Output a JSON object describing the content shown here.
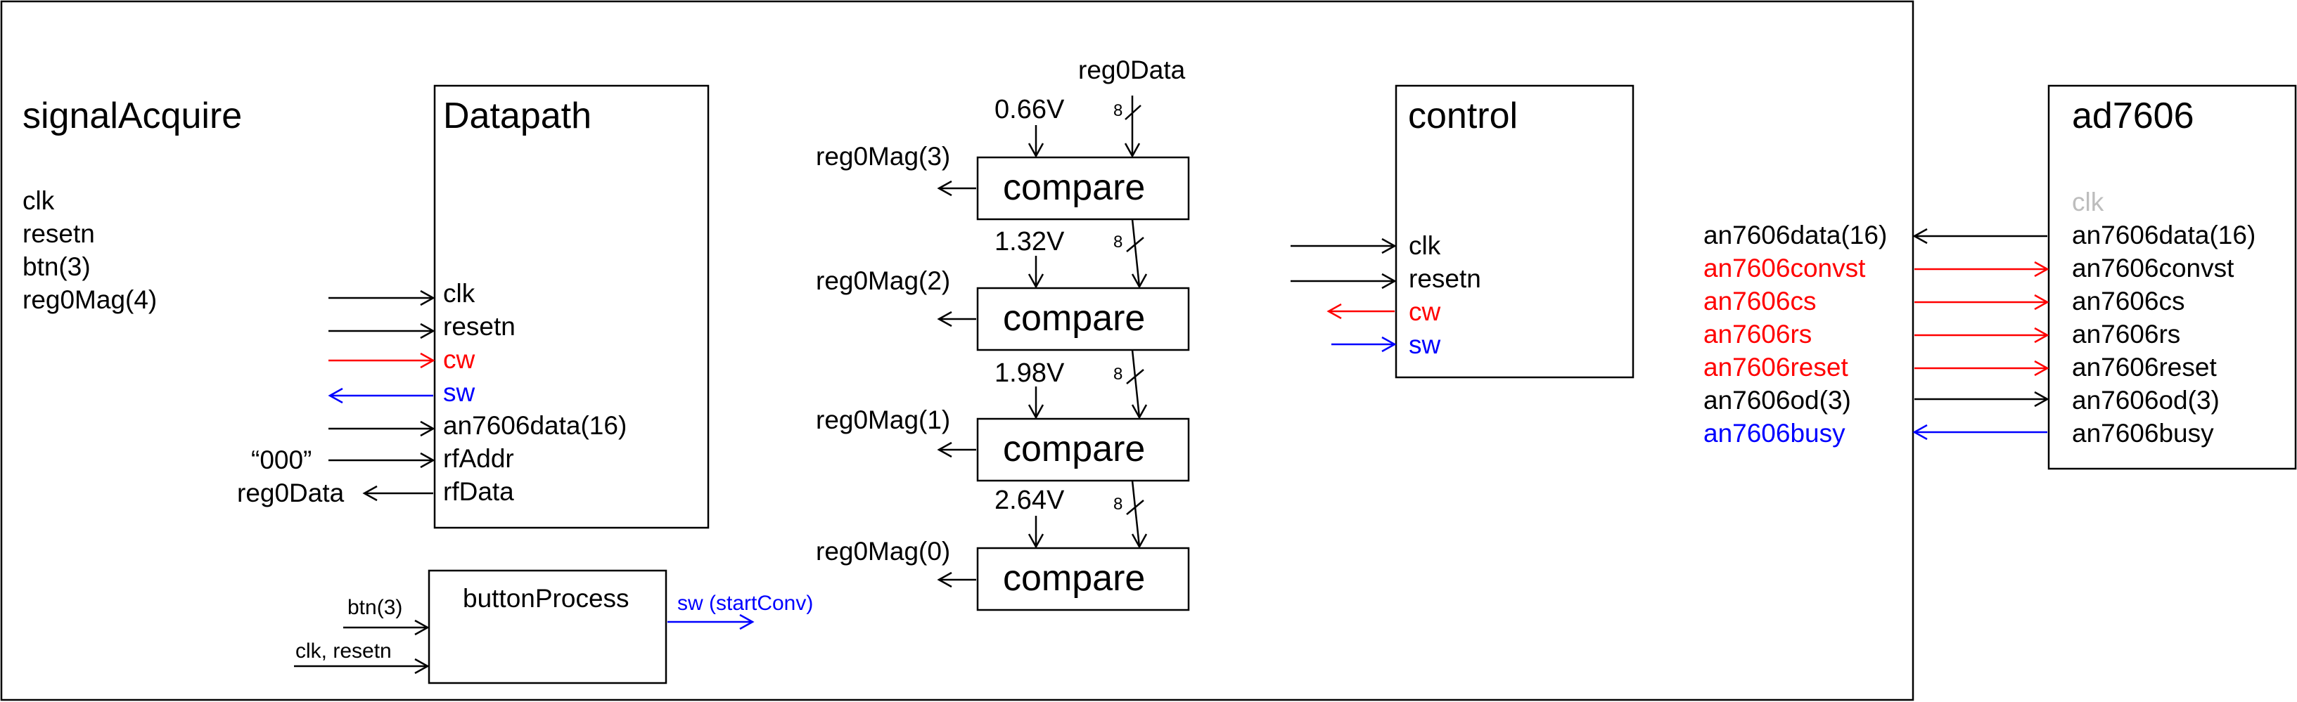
{
  "signalAcquire": {
    "title": "signalAcquire",
    "ports": [
      "clk",
      "resetn",
      "btn(3)",
      "reg0Mag(4)"
    ]
  },
  "datapath": {
    "title": "Datapath",
    "ports": [
      "clk",
      "resetn",
      "cw",
      "sw",
      "an7606data(16)",
      "rfAddr",
      "rfData"
    ],
    "rfAddr_input": "“000”",
    "rfData_output": "reg0Data"
  },
  "buttonProcess": {
    "title": "buttonProcess",
    "in1": "btn(3)",
    "in2": "clk, resetn",
    "out": "sw (startConv)"
  },
  "comparators": {
    "input_label": "reg0Data",
    "bus_width": "8",
    "label": "compare",
    "thresholds": [
      "0.66V",
      "1.32V",
      "1.98V",
      "2.64V"
    ],
    "outputs": [
      "reg0Mag(3)",
      "reg0Mag(2)",
      "reg0Mag(1)",
      "reg0Mag(0)"
    ]
  },
  "control": {
    "title": "control",
    "ports": [
      "clk",
      "resetn",
      "cw",
      "sw"
    ]
  },
  "ad7606": {
    "title": "ad7606",
    "ports": [
      "clk",
      "an7606data(16)",
      "an7606convst",
      "an7606cs",
      "an7606rs",
      "an7606reset",
      "an7606od(3)",
      "an7606busy"
    ],
    "ext_signals": [
      "an7606data(16)",
      "an7606convst",
      "an7606cs",
      "an7606rs",
      "an7606reset",
      "an7606od(3)",
      "an7606busy"
    ]
  },
  "colors": {
    "red": "#ff0000",
    "blue": "#0000ff",
    "gray": "#bdbdbd",
    "black": "#000000"
  }
}
